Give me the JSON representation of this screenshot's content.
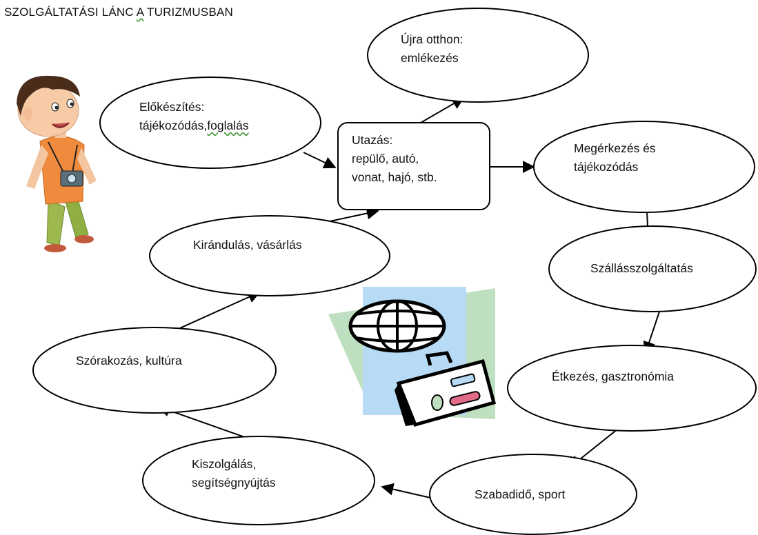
{
  "title": {
    "before": "SZOLGÁLTATÁSI LÁNC ",
    "underlined": "A",
    "after": " TURIZMUSBAN"
  },
  "nodes": {
    "ujra_otthon": {
      "line1": "Újra otthon:",
      "line2": "emlékezés"
    },
    "elokeszites": {
      "line1": "Előkészítés:",
      "line2_plain": "tájékozódás,",
      "line2_wavy": "foglalás"
    },
    "utazas": {
      "line1": "Utazás:",
      "line2": "repülő, autó,",
      "line3": "vonat, hajó, stb."
    },
    "megerkezes": {
      "line1": "Megérkezés és",
      "line2": "tájékozódás"
    },
    "szallas": {
      "line1": "Szállásszolgáltatás"
    },
    "etkezes": {
      "line1": "Étkezés, gasztronómia"
    },
    "szabadido": {
      "line1": "Szabadidő, sport"
    },
    "kiszolgalas": {
      "line1": "Kiszolgálás,",
      "line2": "segítségnyújtás"
    },
    "szorakozas": {
      "line1": "Szórakozás, kultúra"
    },
    "kirandulas": {
      "line1": "Kirándulás, vásárlás"
    }
  },
  "colors": {
    "stroke": "#000000",
    "fill": "#ffffff",
    "clipart_blue": "#b7dbf5",
    "clipart_green": "#bfe0c0",
    "boy_shirt": "#f08a3c",
    "boy_pants": "#9cb84e"
  },
  "icons": [
    "boy-tourist-illustration",
    "globe-icon",
    "suitcase-icon"
  ]
}
